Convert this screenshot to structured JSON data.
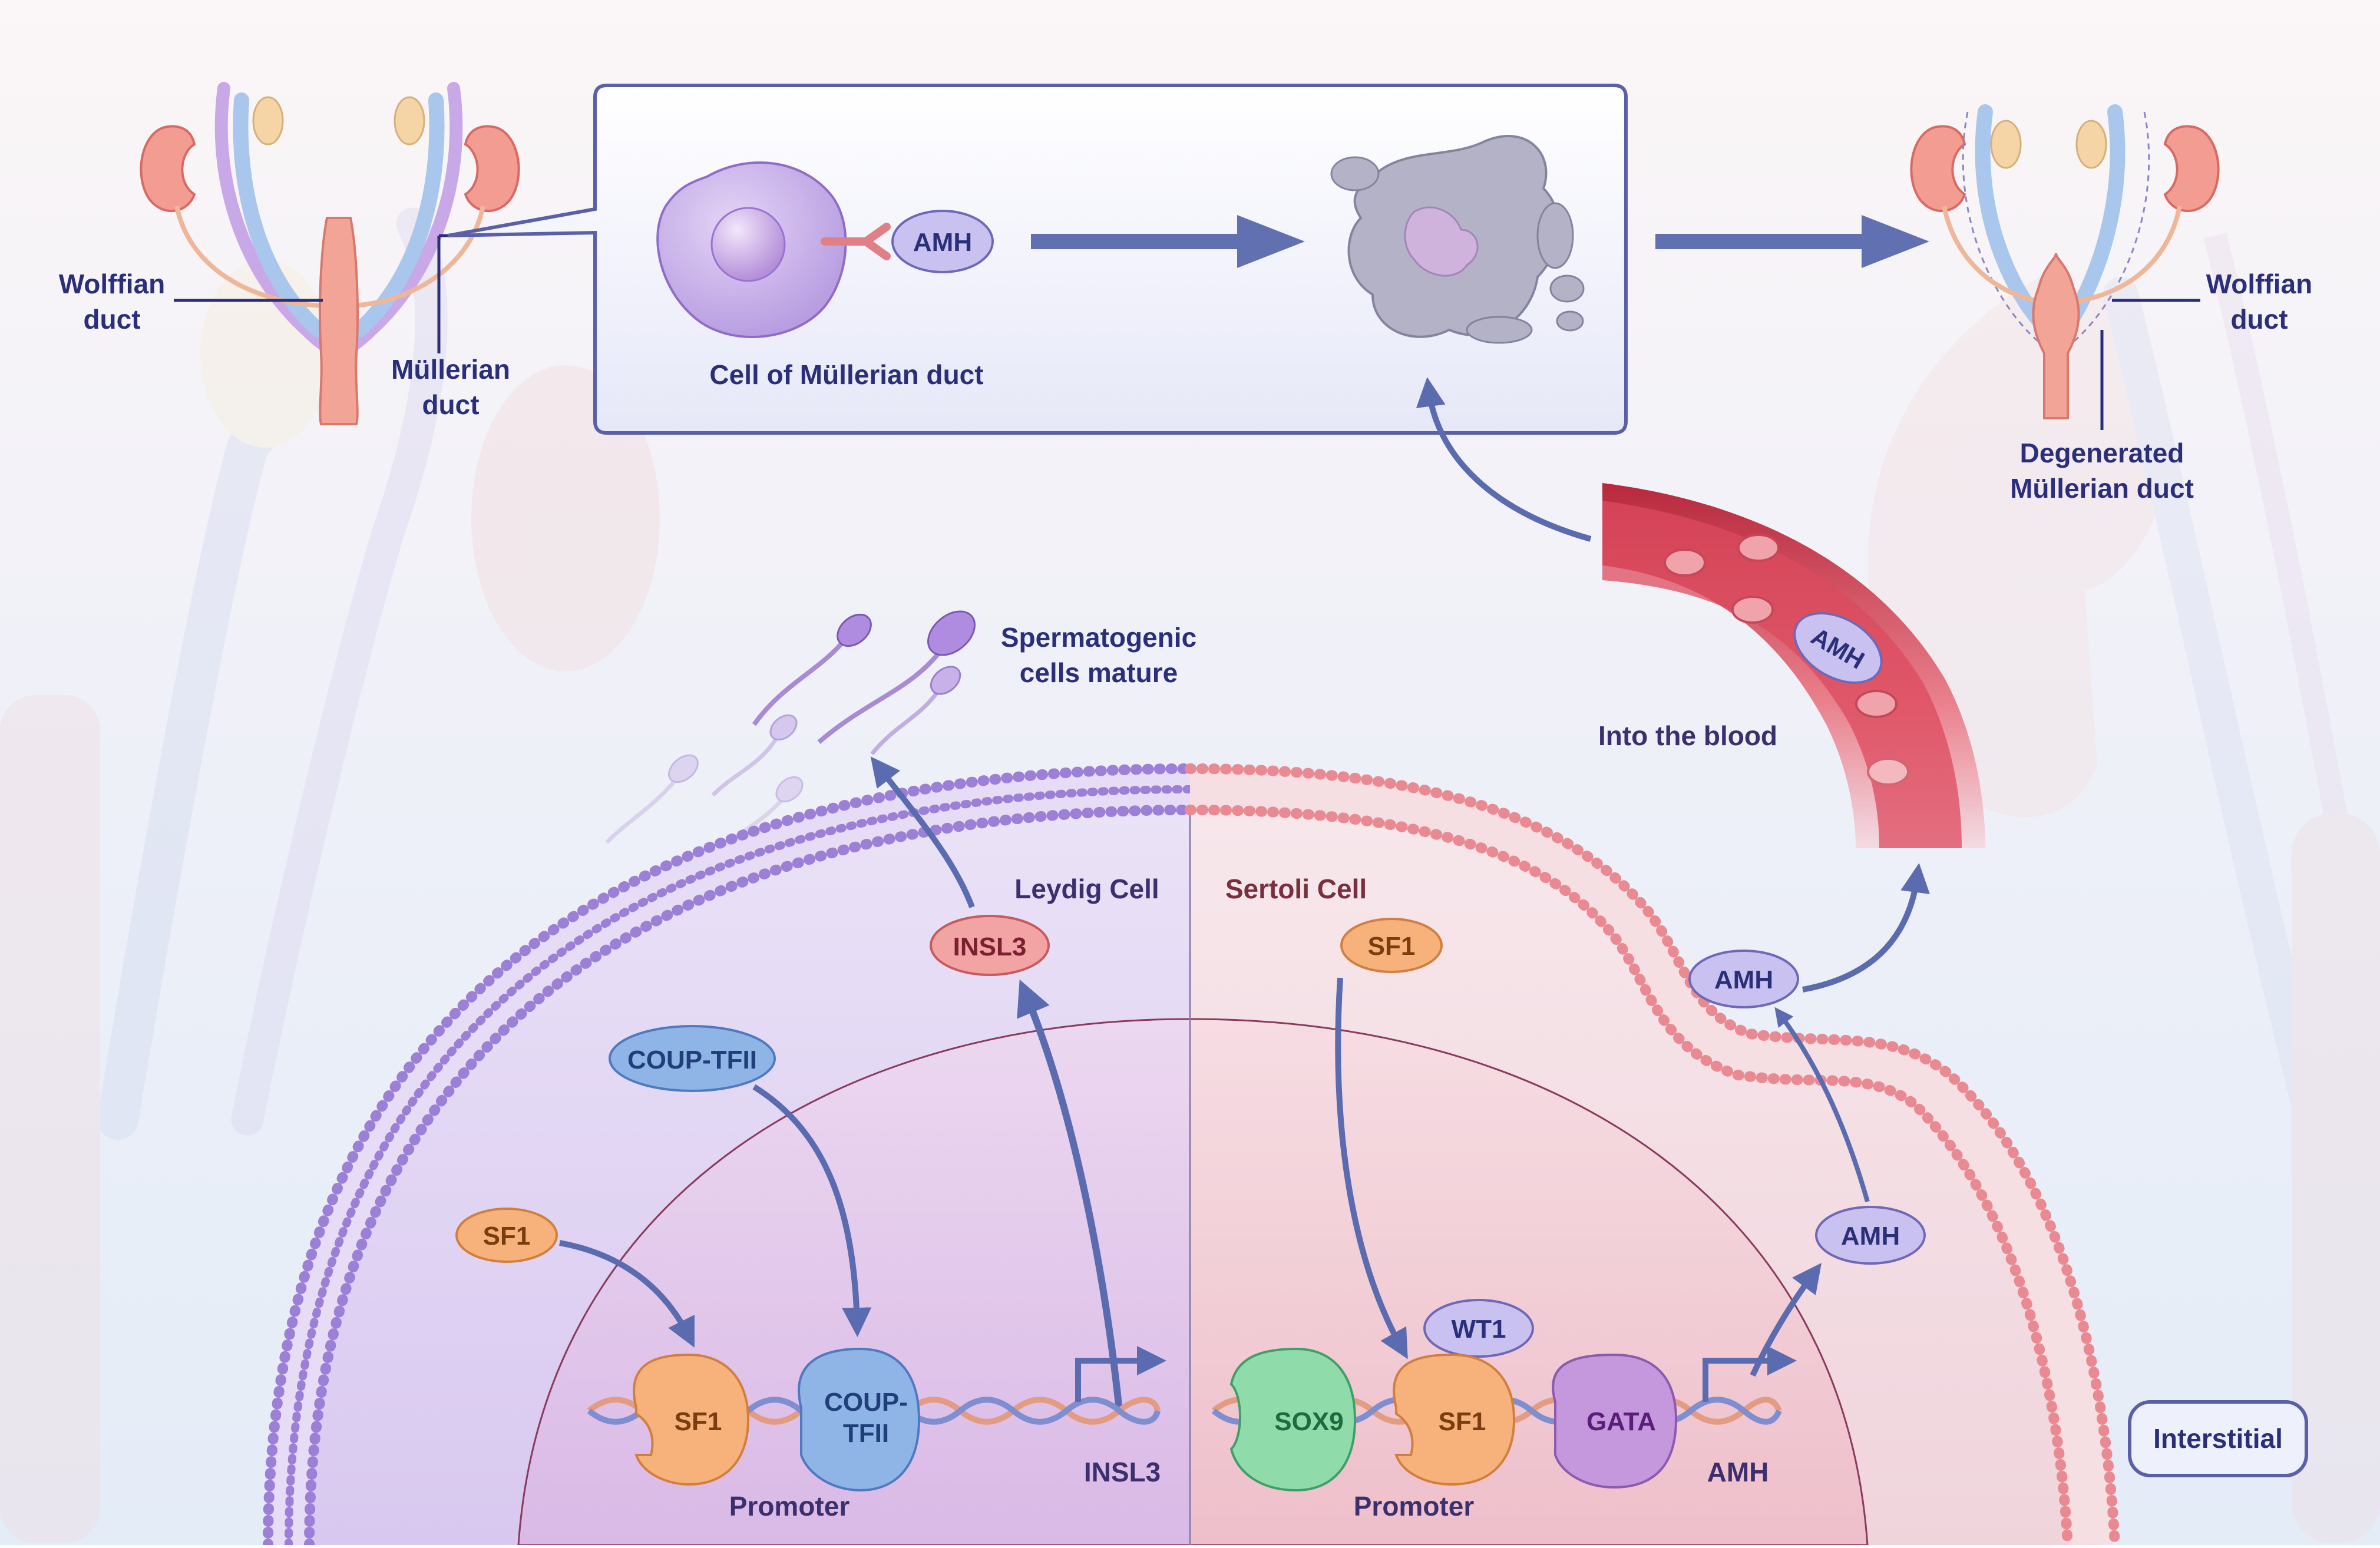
{
  "top_left": {
    "wolffian_label": [
      "Wolffian",
      "duct"
    ],
    "mullerian_label": [
      "Müllerian",
      "duct"
    ]
  },
  "inset": {
    "receptor_ligand": "AMH",
    "cell_caption": "Cell of Müllerian duct"
  },
  "top_right": {
    "wolffian_label": [
      "Wolffian",
      "duct"
    ],
    "degenerated_label": [
      "Degenerated",
      "Müllerian duct"
    ]
  },
  "spermatogenic_label": [
    "Spermatogenic",
    "cells mature"
  ],
  "blood": {
    "molecule": "AMH",
    "caption": "Into the blood"
  },
  "leydig": {
    "title": "Leydig Cell",
    "insl3_product": "INSL3",
    "coup_tfii_factor": "COUP-TFII",
    "sf1_factor": "SF1",
    "dna_sf1": "SF1",
    "dna_coup": [
      "COUP-",
      "TFII"
    ],
    "promoter": "Promoter",
    "gene": "INSL3"
  },
  "sertoli": {
    "title": "Sertoli Cell",
    "sf1_factor": "SF1",
    "wt1": "WT1",
    "sox9": "SOX9",
    "dna_sf1": "SF1",
    "gata": "GATA",
    "promoter": "Promoter",
    "gene": "AMH",
    "amh_nuclear": "AMH",
    "amh_membrane": "AMH"
  },
  "interstitial_label": "Interstitial",
  "colors": {
    "navy_text": "#2b2f7a",
    "leydig_membrane": "#9c7fd6",
    "sertoli_membrane": "#e98a92",
    "orange_protein": "#f6b27a",
    "blue_protein": "#8fb4e6",
    "lavender_protein": "#c9c2f0",
    "green_protein": "#8fdcaa",
    "purple_protein": "#c597dc",
    "blood_red": "#e06070",
    "arrow_blue": "#5a6bb0"
  }
}
